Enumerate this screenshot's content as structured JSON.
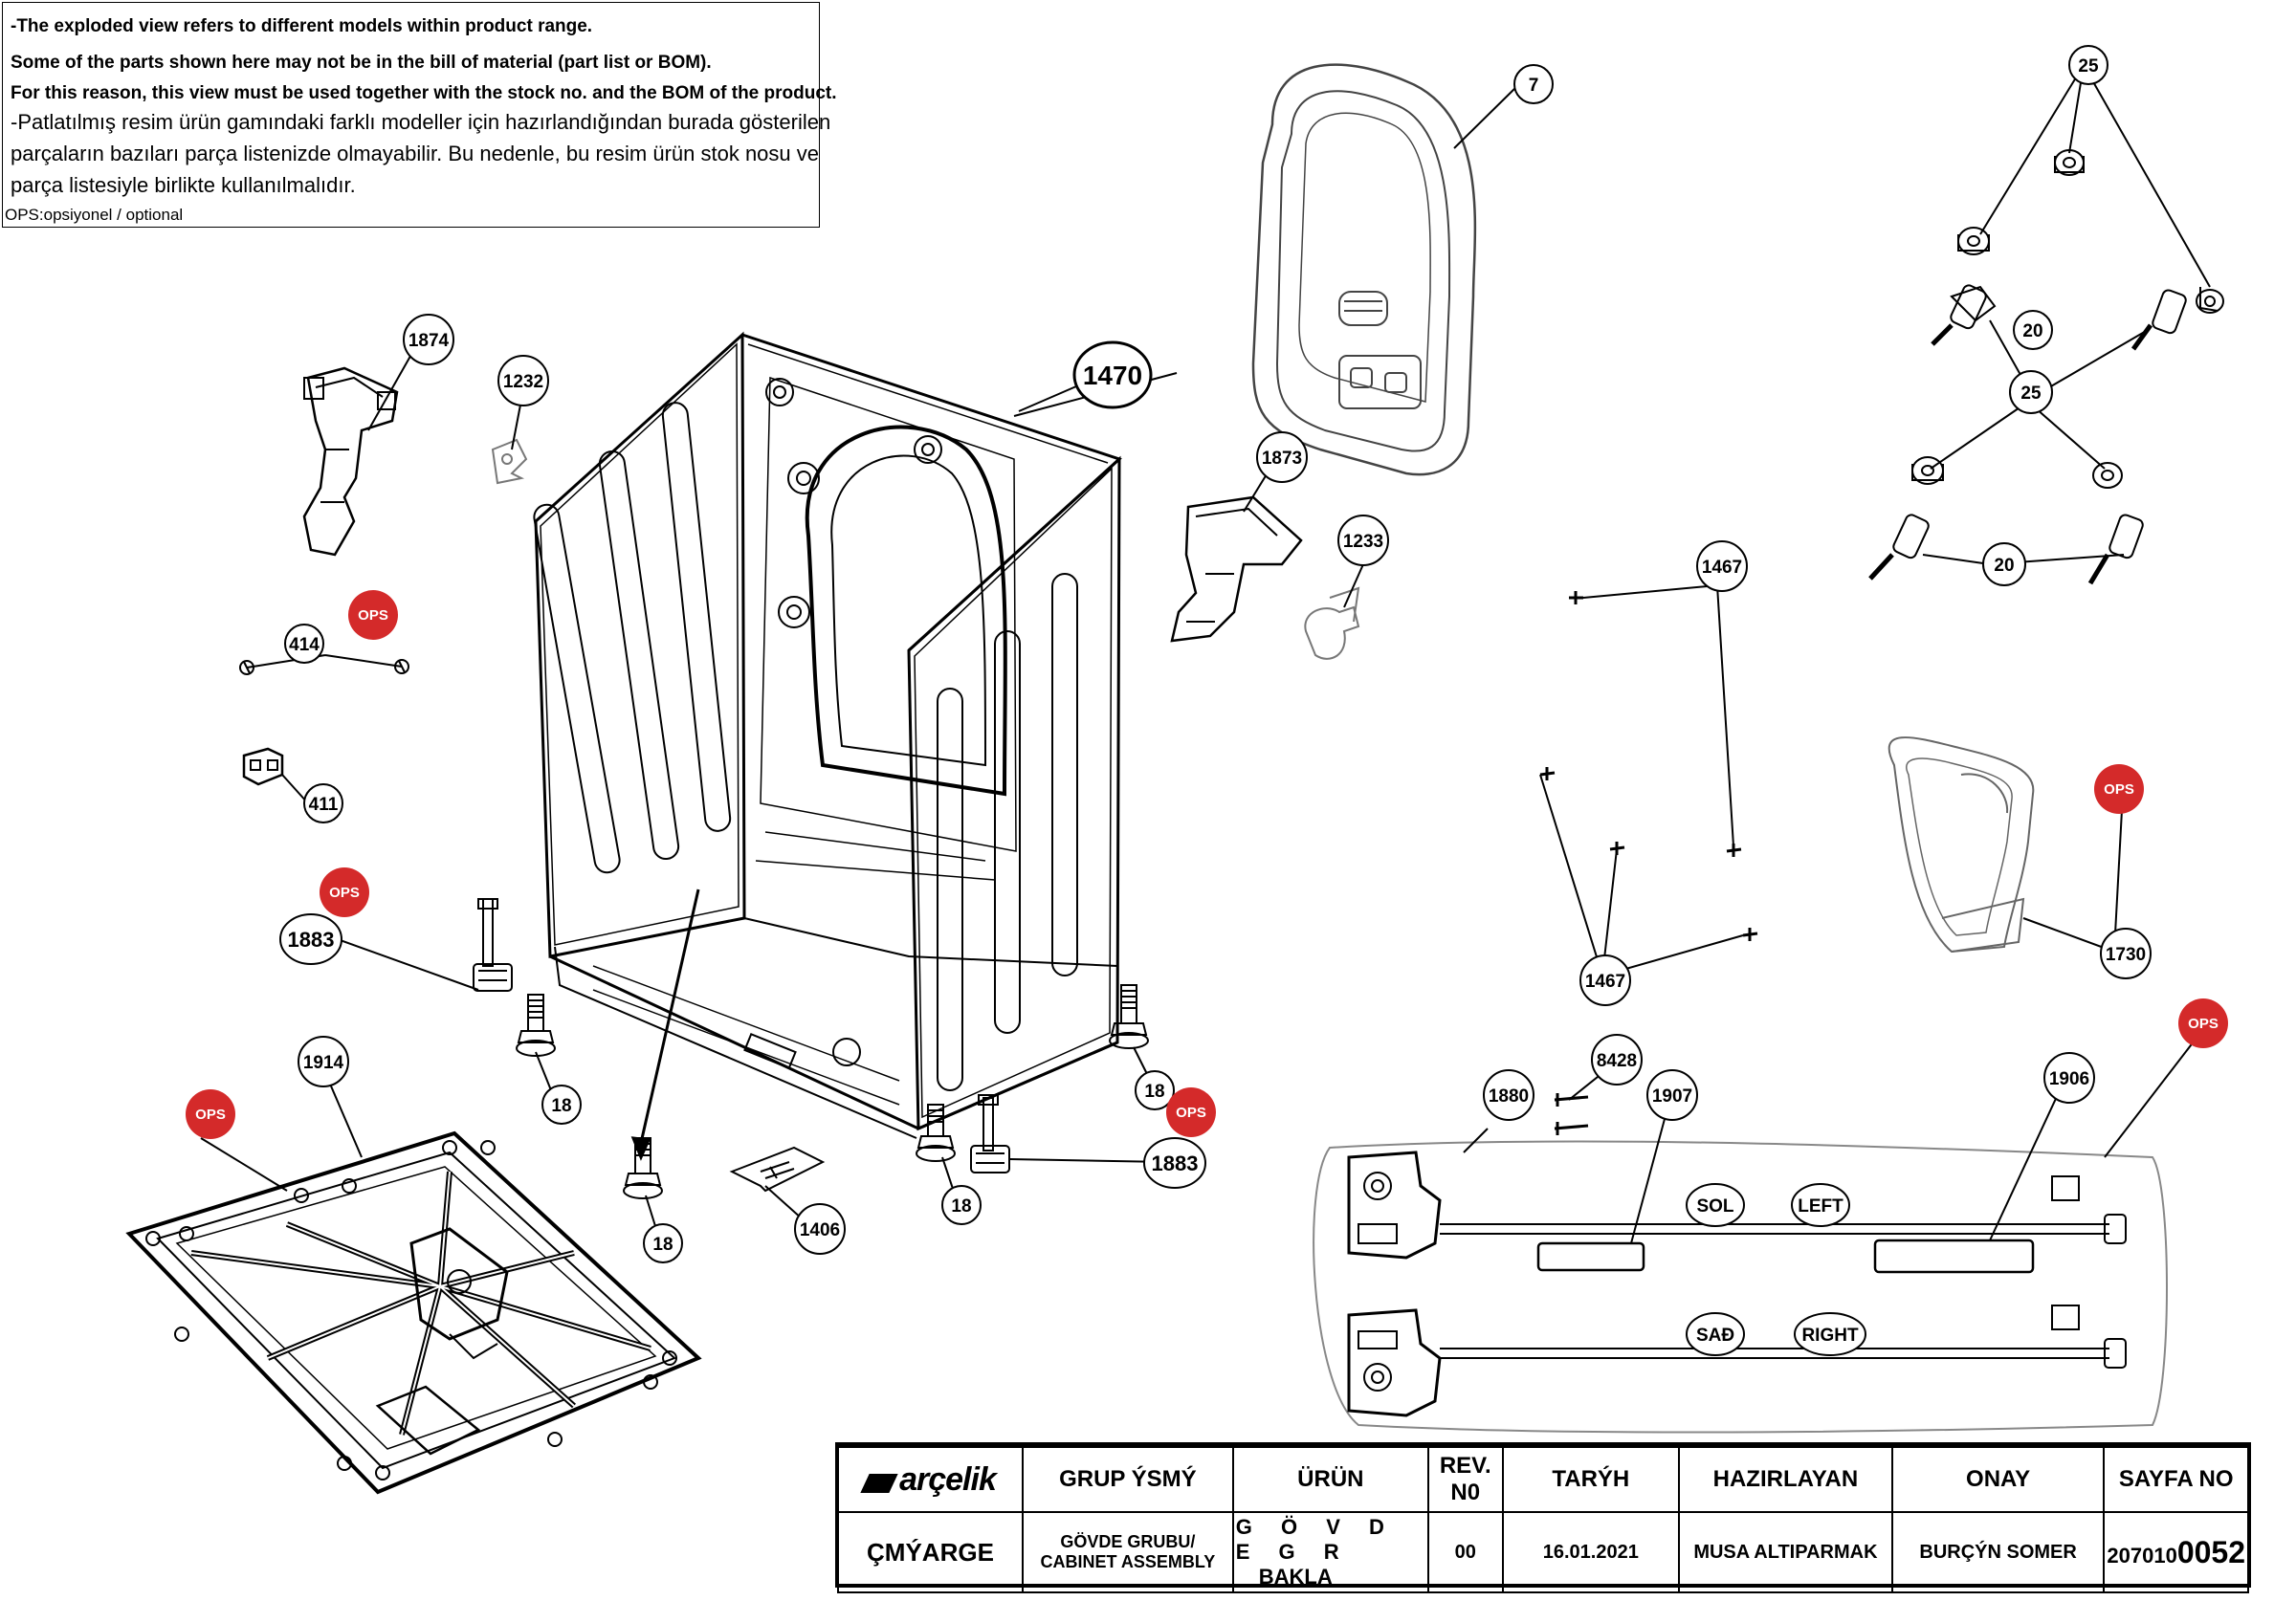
{
  "notice": {
    "lines_en": [
      "-The exploded view refers to different models within product range.",
      "Some of the parts shown here may not be in the bill of material (part list or BOM).",
      "For this reason, this view must be used together with the stock no. and the BOM of the product."
    ],
    "lines_tr": [
      "-Patlatılmış resim ürün gamındaki farklı modeller için hazırlandığından burada gösterilen",
      "parçaların bazıları parça listenizde olmayabilir. Bu nedenle, bu resim ürün stok nosu ve",
      "parça listesiyle birlikte kullanılmalıdır."
    ],
    "ops_note": "OPS:opsiyonel / optional"
  },
  "ops_label": "OPS",
  "parts": {
    "p7": "7",
    "p25a": "25",
    "p20a": "20",
    "p25b": "25",
    "p20b": "20",
    "p1874": "1874",
    "p1232": "1232",
    "p1470": "1470",
    "p1873": "1873",
    "p1233": "1233",
    "p414": "414",
    "p411": "411",
    "p1467a": "1467",
    "p1467b": "1467",
    "p1730": "1730",
    "p1883a": "1883",
    "p1883b": "1883",
    "p1914": "1914",
    "p18a": "18",
    "p18b": "18",
    "p18c": "18",
    "p18d": "18",
    "p1406": "1406",
    "p8428": "8428",
    "p1880": "1880",
    "p1907": "1907",
    "p1906": "1906"
  },
  "labels": {
    "sol": "SOL",
    "left": "LEFT",
    "sag": "SAĐ",
    "right": "RIGHT"
  },
  "title_block": {
    "brand": "arçelik",
    "headers": {
      "grup": "GRUP ÝSMÝ",
      "urun": "ÜRÜN",
      "rev": "REV. N0",
      "tarih": "TARÝH",
      "hazirlayan": "HAZIRLAYAN",
      "onay": "ONAY",
      "sayfa": "SAYFA NO"
    },
    "values": {
      "brand_sub": "ÇMÝARGE",
      "grup": "GÖVDE GRUBU/ CABINET ASSEMBLY",
      "urun_1": "G Ö V D E G R",
      "urun_2": "BAKLA",
      "rev": "00",
      "tarih": "16.01.2021",
      "hazirlayan": "MUSA ALTIPARMAK",
      "onay": "BURÇÝN SOMER",
      "sayfa_prefix": "207010",
      "sayfa_suffix": "0052"
    }
  },
  "colors": {
    "ops_red": "#d42a2a",
    "line": "#000000",
    "part_grey": "#555555"
  }
}
